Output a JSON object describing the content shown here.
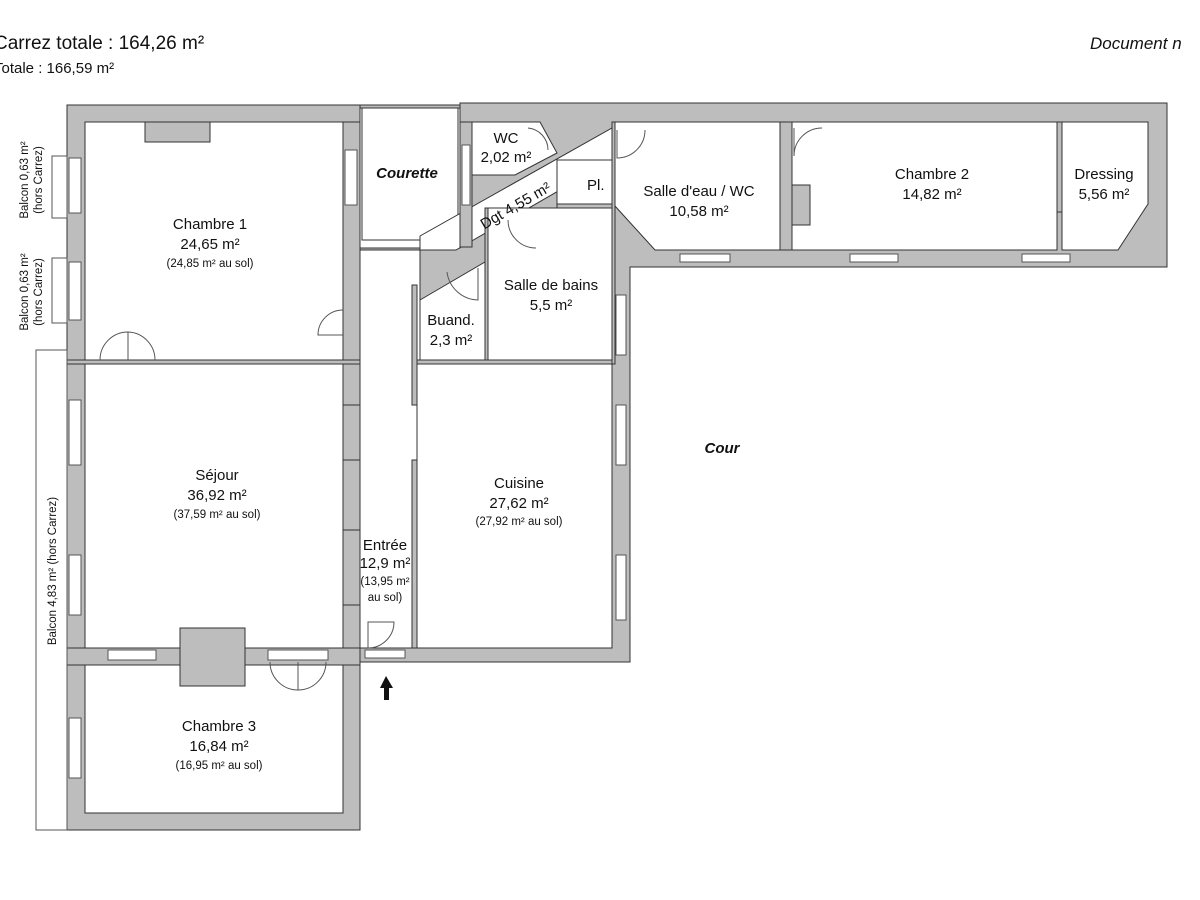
{
  "header": {
    "carrez_total": "Carrez totale : 164,26 m²",
    "total": "Totale : 166,59 m²",
    "document_note": "Document n"
  },
  "rooms": {
    "chambre1": {
      "name": "Chambre 1",
      "area": "24,65 m²",
      "floor_area": "(24,85 m² au sol)"
    },
    "sejour": {
      "name": "Séjour",
      "area": "36,92 m²",
      "floor_area": "(37,59 m² au sol)"
    },
    "chambre3": {
      "name": "Chambre 3",
      "area": "16,84 m²",
      "floor_area": "(16,95 m² au sol)"
    },
    "entree": {
      "name": "Entrée",
      "area": "12,9 m²",
      "floor_area_1": "(13,95 m²",
      "floor_area_2": "au sol)"
    },
    "cuisine": {
      "name": "Cuisine",
      "area": "27,62 m²",
      "floor_area": "(27,92 m² au sol)"
    },
    "wc": {
      "name": "WC",
      "area": "2,02 m²"
    },
    "dgt": {
      "label": "Dgt 4,55 m²"
    },
    "pl": {
      "label": "Pl."
    },
    "salle_eau": {
      "name": "Salle d'eau / WC",
      "area": "10,58 m²"
    },
    "chambre2": {
      "name": "Chambre 2",
      "area": "14,82 m²"
    },
    "dressing": {
      "name": "Dressing",
      "area": "5,56 m²"
    },
    "salle_bains": {
      "name": "Salle de bains",
      "area": "5,5 m²"
    },
    "buanderie": {
      "name": "Buand.",
      "area": "2,3 m²"
    }
  },
  "outdoor": {
    "courette": "Courette",
    "cour": "Cour",
    "balcon_a_1": "Balcon 0,63 m²",
    "balcon_a_2": "(hors Carrez)",
    "balcon_b_1": "Balcon 0,63 m²",
    "balcon_b_2": "(hors Carrez)",
    "balcon_c": "Balcon 4,83 m² (hors Carrez)"
  },
  "icons": {
    "entrance": "up-arrow-icon"
  }
}
